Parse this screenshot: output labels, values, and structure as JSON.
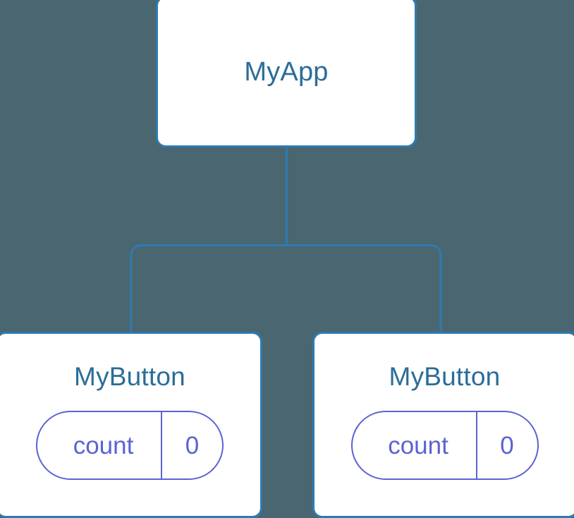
{
  "diagram": {
    "type": "component-tree",
    "background_color": "#4a6670",
    "node_border_color": "#2f7ab0",
    "node_title_color": "#2a6d99",
    "connector_color": "#2f7ab0",
    "pill_color": "#5b63d3",
    "root": {
      "name": "root-node",
      "title": "MyApp"
    },
    "children": [
      {
        "name": "child-node-left",
        "title": "MyButton",
        "state": {
          "key": "count",
          "value": "0"
        }
      },
      {
        "name": "child-node-right",
        "title": "MyButton",
        "state": {
          "key": "count",
          "value": "0"
        }
      }
    ]
  }
}
